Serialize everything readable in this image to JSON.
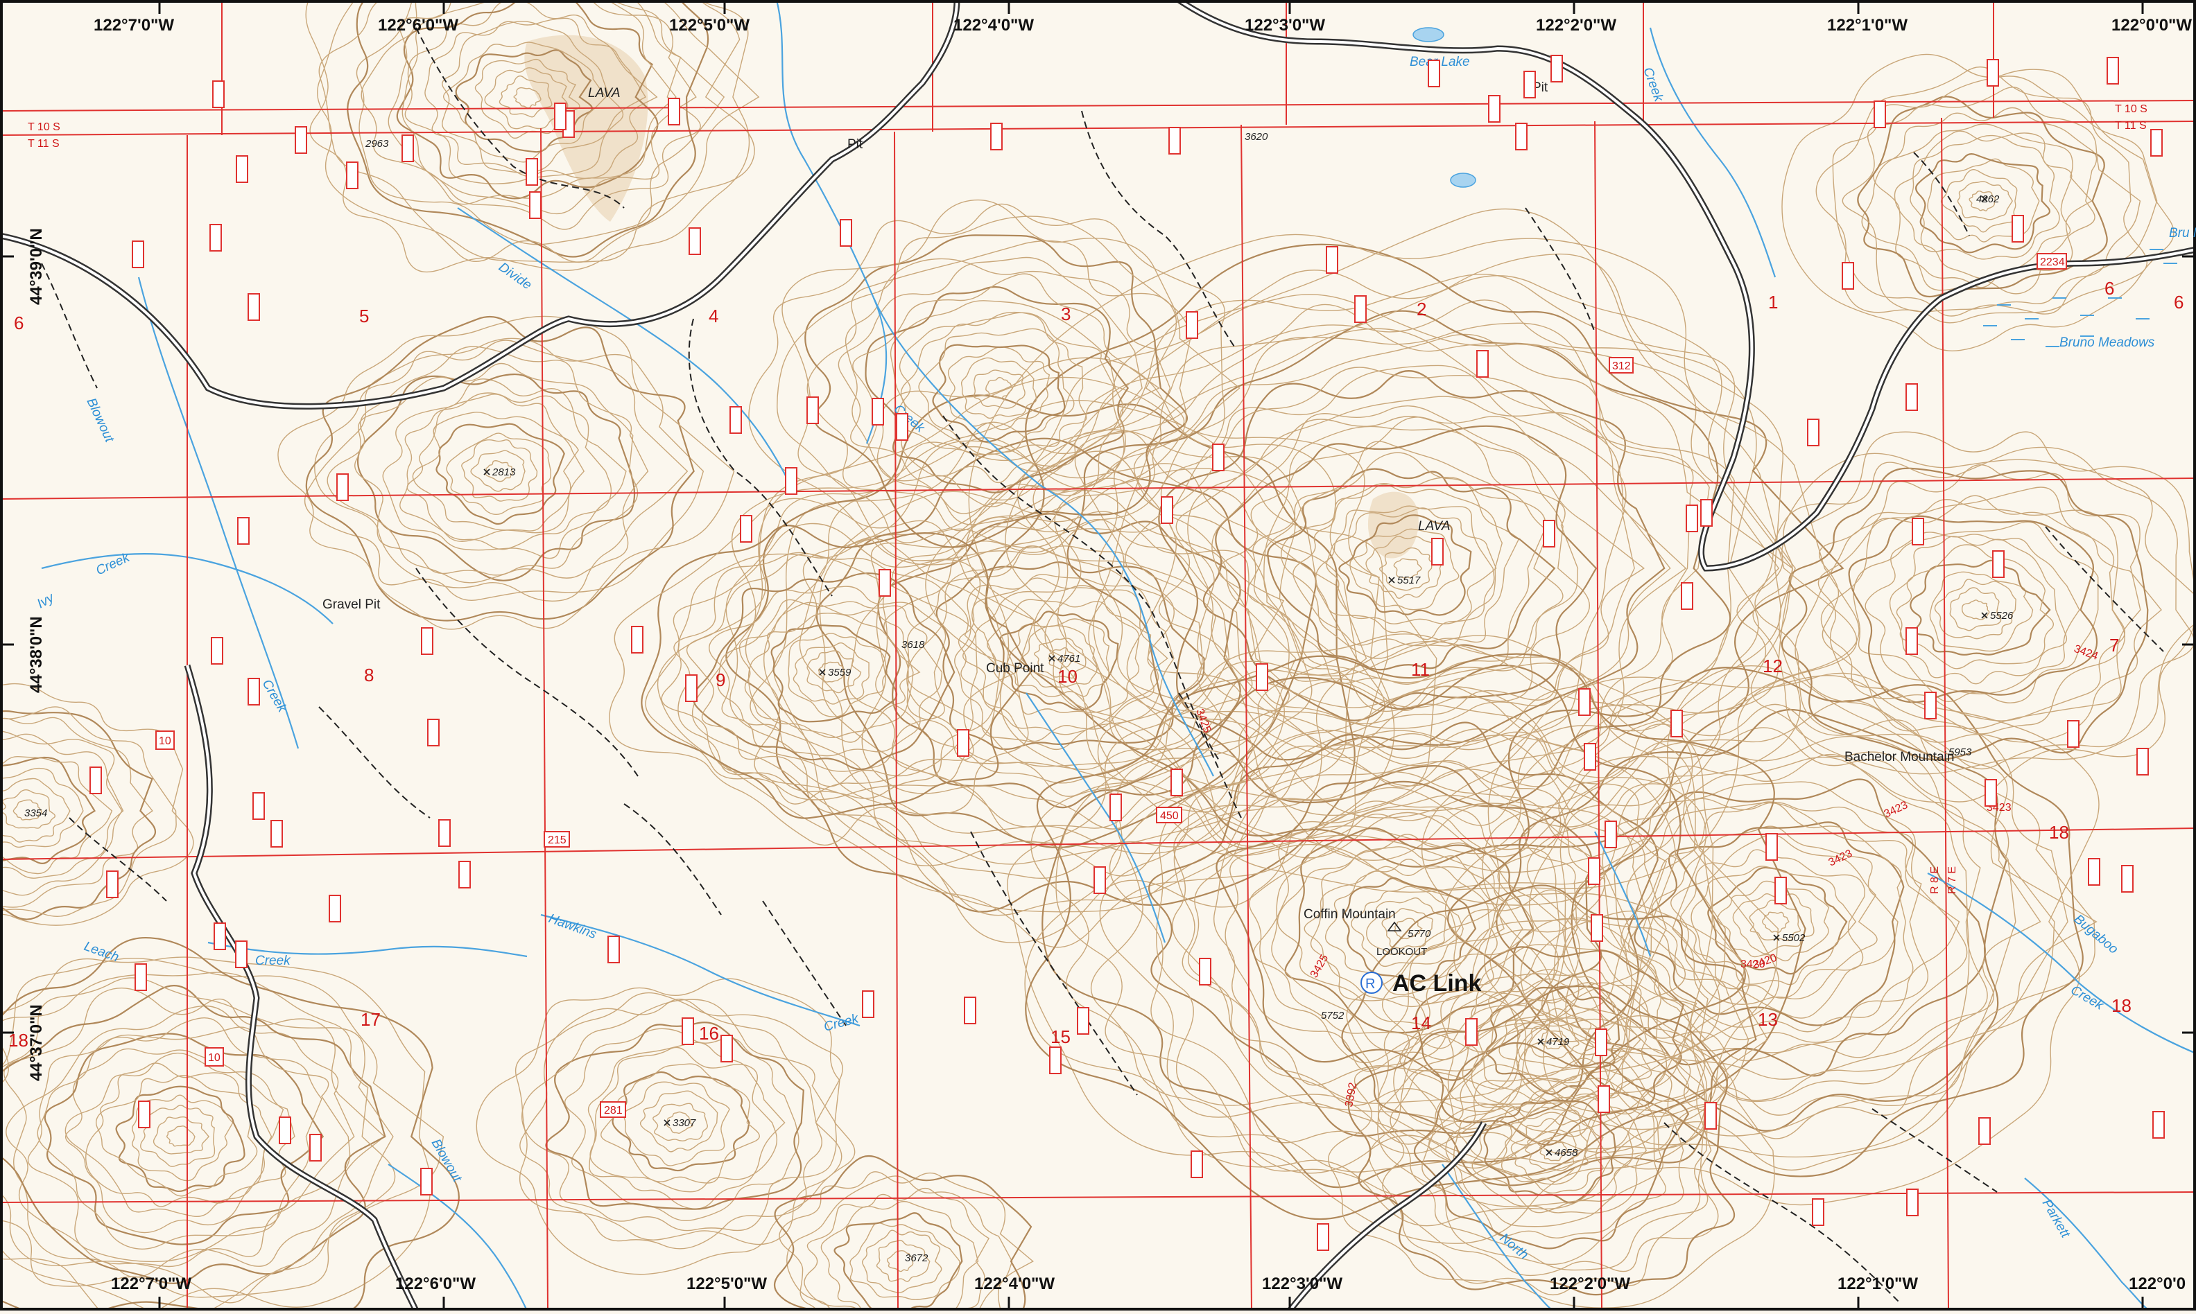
{
  "map": {
    "top_longitudes": [
      "122°7'0\"W",
      "122°6'0\"W",
      "122°5'0\"W",
      "122°4'0\"W",
      "122°3'0\"W",
      "122°2'0\"W",
      "122°1'0\"W",
      "122°0'0\"W"
    ],
    "bottom_longitudes": [
      "122°7'0\"W",
      "122°6'0\"W",
      "122°5'0\"W",
      "122°4'0\"W",
      "122°3'0\"W",
      "122°2'0\"W",
      "122°1'0\"W",
      "122°0'0"
    ],
    "left_latitudes": [
      "44°39'0\"N",
      "44°38'0\"N",
      "44°37'0\"N"
    ],
    "township_labels": [
      "T 10 S",
      "T 11 S",
      "T 10 S",
      "T 11 S"
    ],
    "range_labels": [
      "R 8 E",
      "R 7 E"
    ],
    "sections": [
      "6",
      "5",
      "4",
      "3",
      "2",
      "1",
      "6",
      "6",
      "8",
      "9",
      "10",
      "11",
      "12",
      "7",
      "17",
      "16",
      "15",
      "14",
      "13",
      "18",
      "18",
      "18"
    ],
    "places": {
      "cub_point": "Cub Point",
      "coffin_mountain": "Coffin Mountain",
      "lookout": "LOOKOUT",
      "bachelor_mountain": "Bachelor Mountain",
      "gravel_pit": "Gravel Pit",
      "pit_1": "Pit",
      "pit_2": "Pit",
      "lava_1": "LAVA",
      "lava_2": "LAVA",
      "link_marker": "R",
      "link_label": "AC Link"
    },
    "water": {
      "bear_lake": "Bear Lake",
      "creek_ne": "Creek",
      "divide": "Divide",
      "creek_mid": "Creek",
      "blowout_top": "Blowout",
      "ivy": "Ivy",
      "creek_ivy": "Creek",
      "creek_west": "Creek",
      "bruno_meadows": "Bruno Meadows",
      "hawkins": "Hawkins",
      "creek_hawkins": "Creek",
      "leach": "Leach",
      "creek_leach": "Creek",
      "bugaboo": "Bugaboo",
      "creek_bugaboo": "Creek",
      "blowout_bottom": "Blowout",
      "north": "North",
      "parkett": "Parkett",
      "bruno_partial": "Bru Me"
    },
    "elevations": [
      "2963",
      "3620",
      "4262",
      "2813",
      "5517",
      "5526",
      "3618",
      "4761",
      "3559",
      "5953",
      "3354",
      "5770",
      "5502",
      "5752",
      "4719",
      "3307",
      "4658",
      "3672"
    ],
    "road_numbers": [
      "3423",
      "3423",
      "3423",
      "3420",
      "3425",
      "3424",
      "3420",
      "3425",
      "3392",
      "2234",
      "312",
      "215",
      "450",
      "281",
      "10",
      "10"
    ],
    "colors": {
      "paper": "#fbf7ee",
      "contour": "#c9a77a",
      "contour_index": "#b0885a",
      "water": "#4aa3df",
      "grid_red": "#e0322f",
      "road_black": "#333333",
      "lava_tan": "#ecd9bd"
    }
  }
}
